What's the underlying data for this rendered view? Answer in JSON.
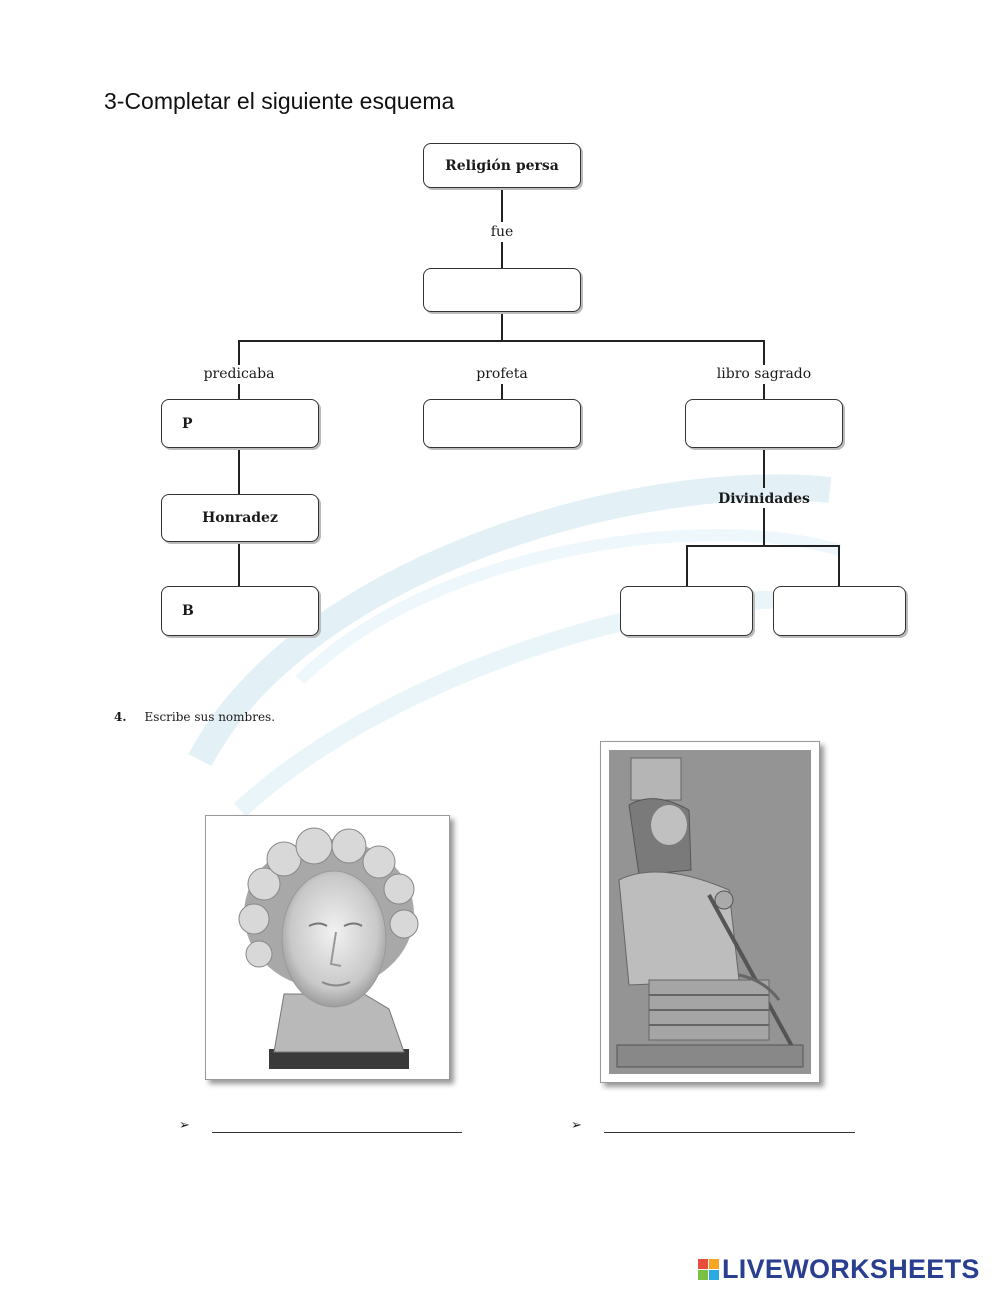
{
  "heading": "3-Completar el siguiente esquema",
  "diagram": {
    "top": "Religión persa",
    "link_top": "fue",
    "branch_left": "predicaba",
    "branch_mid": "profeta",
    "branch_right": "libro sagrado",
    "left_box1": "P",
    "left_box2": "Honradez",
    "left_box3": "B",
    "right_link": "Divinidades"
  },
  "question4": {
    "number": "4.",
    "text": "Escribe sus nombres."
  },
  "bullets": {
    "left": "➢",
    "right": "➢"
  },
  "logo": {
    "text": "LIVEWORKSHEETS",
    "colors": [
      "#e94e3c",
      "#f5a623",
      "#7ac143",
      "#29abe2"
    ]
  }
}
